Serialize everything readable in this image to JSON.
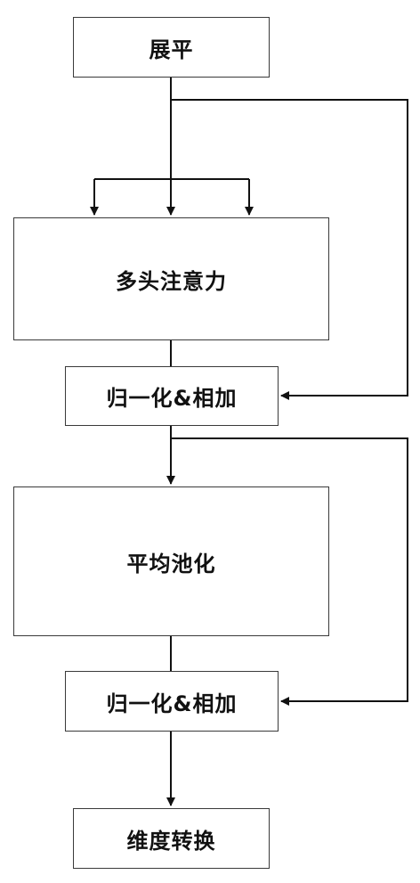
{
  "diagram": {
    "nodes": {
      "flatten": "展平",
      "multi_head_attention": "多头注意力",
      "norm_add_1": "归一化&相加",
      "avg_pooling": "平均池化",
      "norm_add_2": "归一化&相加",
      "dimension_transform": "维度转换"
    },
    "edges": [
      {
        "from": "flatten",
        "to": "multi_head_attention",
        "branches": 3
      },
      {
        "from": "flatten",
        "to": "norm_add_1",
        "kind": "residual"
      },
      {
        "from": "multi_head_attention",
        "to": "norm_add_1"
      },
      {
        "from": "norm_add_1",
        "to": "avg_pooling"
      },
      {
        "from": "norm_add_1",
        "to": "norm_add_2",
        "kind": "residual"
      },
      {
        "from": "avg_pooling",
        "to": "norm_add_2"
      },
      {
        "from": "norm_add_2",
        "to": "dimension_transform"
      }
    ],
    "colors": {
      "line": "#111111",
      "box_border": "#3a3a3a",
      "text": "#111111"
    }
  }
}
